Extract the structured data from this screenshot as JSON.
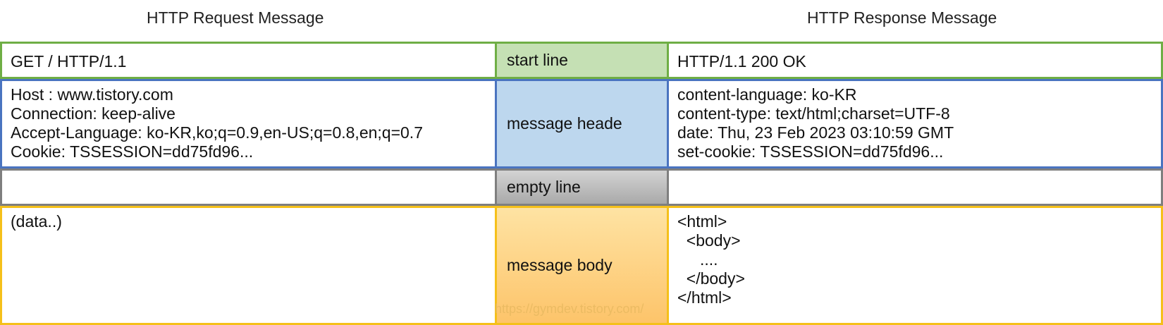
{
  "titles": {
    "request": "HTTP Request Message",
    "response": "HTTP Response Message"
  },
  "rows": {
    "start": {
      "label": "start line",
      "request": "GET / HTTP/1.1",
      "response": "HTTP/1.1 200 OK"
    },
    "header": {
      "label": "message heade",
      "request": "Host : www.tistory.com\nConnection: keep-alive\nAccept-Language: ko-KR,ko;q=0.9,en-US;q=0.8,en;q=0.7\nCookie: TSSESSION=dd75fd96...",
      "response": "content-language: ko-KR\ncontent-type: text/html;charset=UTF-8\ndate: Thu, 23 Feb 2023 03:10:59 GMT\nset-cookie: TSSESSION=dd75fd96..."
    },
    "empty": {
      "label": "empty line",
      "request": "",
      "response": ""
    },
    "body": {
      "label": "message body",
      "request": "(data..)",
      "response": "<html>\n  <body>\n     ....\n  </body>\n</html>"
    }
  },
  "watermark": "https://gymdev.tistory.com/",
  "colors": {
    "start_border": "#6fae45",
    "start_fill": "#c5e0b4",
    "header_border": "#4a74c0",
    "header_fill": "#bdd7ee",
    "empty_border": "#7f7f7f",
    "empty_fill": "#bfbfbf",
    "body_border": "#f5c01a",
    "body_fill": "#fed384"
  }
}
